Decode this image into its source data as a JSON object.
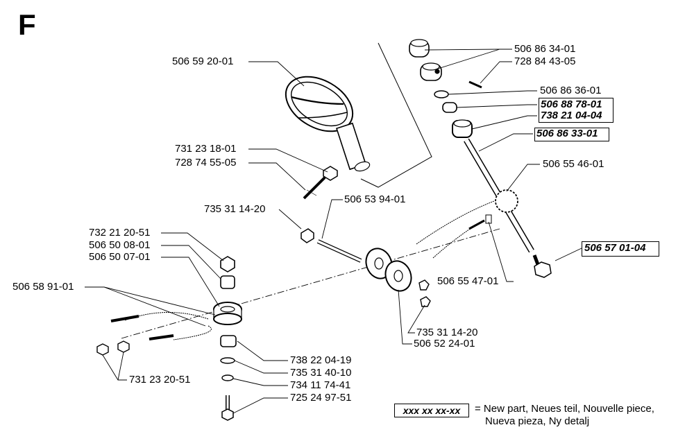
{
  "section_letter": "F",
  "parts": [
    {
      "id": "p1",
      "num": "506 59 20-01",
      "is_new": false
    },
    {
      "id": "p2",
      "num": "731 23 18-01",
      "is_new": false
    },
    {
      "id": "p3",
      "num": "728 74 55-05",
      "is_new": false
    },
    {
      "id": "p4",
      "num": "506 86 34-01",
      "is_new": false
    },
    {
      "id": "p5",
      "num": "728 84 43-05",
      "is_new": false
    },
    {
      "id": "p6",
      "num": "506 86 36-01",
      "is_new": false
    },
    {
      "id": "p7",
      "num": "506 88 78-01",
      "is_new": true
    },
    {
      "id": "p8",
      "num": "738 21 04-04",
      "is_new": true
    },
    {
      "id": "p9",
      "num": "506 86 33-01",
      "is_new": true
    },
    {
      "id": "p10",
      "num": "506 55 46-01",
      "is_new": false
    },
    {
      "id": "p11",
      "num": "735 31 14-20",
      "is_new": false
    },
    {
      "id": "p12",
      "num": "506 53 94-01",
      "is_new": false
    },
    {
      "id": "p13",
      "num": "732 21 20-51",
      "is_new": false
    },
    {
      "id": "p14",
      "num": "506 50 08-01",
      "is_new": false
    },
    {
      "id": "p15",
      "num": "506 50 07-01",
      "is_new": false
    },
    {
      "id": "p16",
      "num": "506 58 91-01",
      "is_new": false
    },
    {
      "id": "p17",
      "num": "506 57 01-04",
      "is_new": true
    },
    {
      "id": "p18",
      "num": "506 55 47-01",
      "is_new": false
    },
    {
      "id": "p19",
      "num": "735 31 14-20",
      "is_new": false
    },
    {
      "id": "p20",
      "num": "506 52 24-01",
      "is_new": false
    },
    {
      "id": "p21",
      "num": "738 22 04-19",
      "is_new": false
    },
    {
      "id": "p22",
      "num": "735 31 40-10",
      "is_new": false
    },
    {
      "id": "p23",
      "num": "734 11 74-41",
      "is_new": false
    },
    {
      "id": "p24",
      "num": "725 24 97-51",
      "is_new": false
    },
    {
      "id": "p25",
      "num": "731 23 20-51",
      "is_new": false
    }
  ],
  "legend": {
    "key": "xxx xx xx-xx",
    "line1": "= New part, Neues teil, Nouvelle piece,",
    "line2": "Nueva pieza, Ny detalj"
  }
}
